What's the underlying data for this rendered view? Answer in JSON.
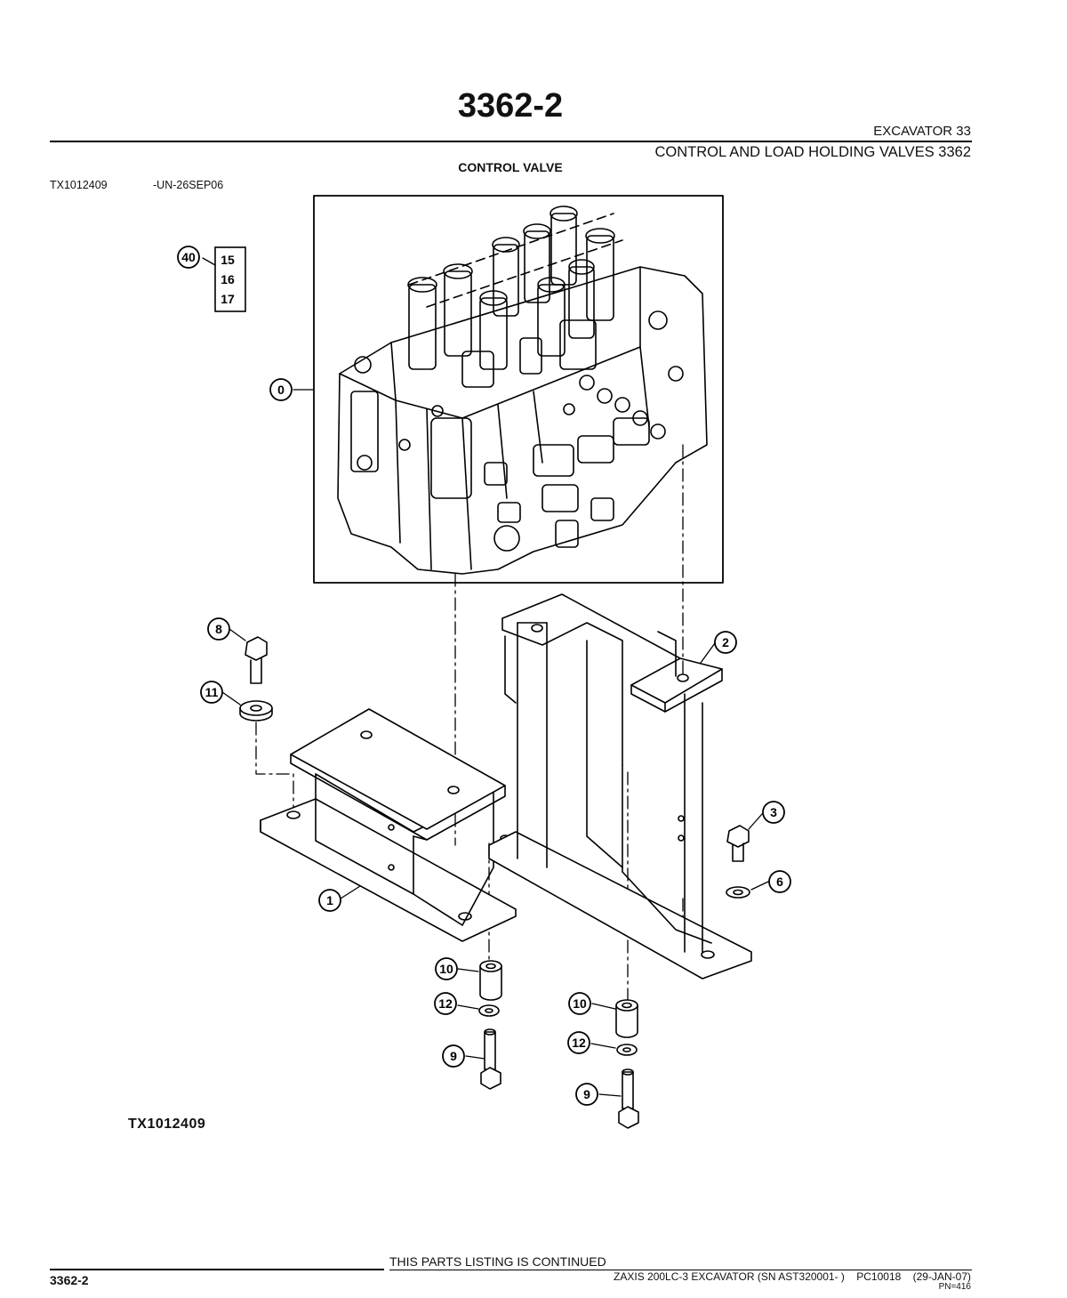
{
  "header": {
    "title": "3362-2",
    "group": "EXCAVATOR  33",
    "subgroup": "CONTROL AND LOAD HOLDING VALVES 3362",
    "section": "CONTROL VALVE",
    "figure_id": "TX1012409",
    "figure_code": "-UN-26SEP06"
  },
  "diagram": {
    "callouts": [
      "0",
      "1",
      "2",
      "3",
      "6",
      "8",
      "9",
      "9",
      "10",
      "10",
      "11",
      "12",
      "12",
      "40"
    ],
    "kit_box": [
      "15",
      "16",
      "17"
    ],
    "figure_label": "TX1012409"
  },
  "footer": {
    "continued": "THIS PARTS LISTING IS CONTINUED",
    "page": "3362-2",
    "model": "ZAXIS 200LC-3 EXCAVATOR (SN AST320001- )",
    "catalog": "PC10018",
    "date": "(29-JAN-07)",
    "pn": "PN=416"
  }
}
